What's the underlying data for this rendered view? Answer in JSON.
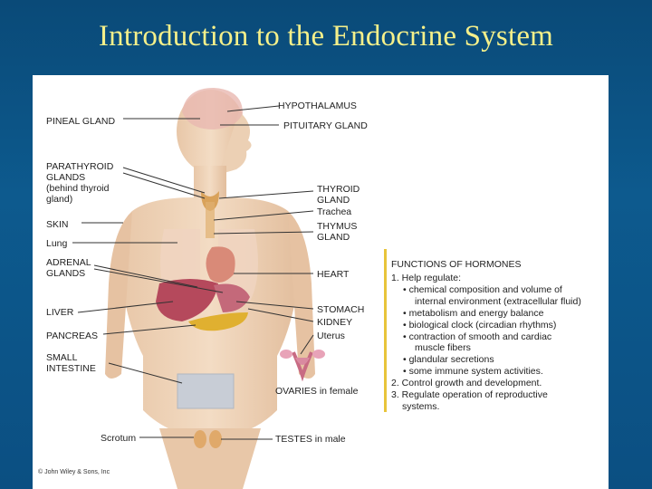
{
  "title": "Introduction to the Endocrine System",
  "labels": {
    "hypothalamus": "HYPOTHALAMUS",
    "pituitary": "PITUITARY GLAND",
    "pineal": "PINEAL GLAND",
    "parathyroid": "PARATHYROID\nGLANDS\n(behind thyroid\ngland)",
    "thyroid": "THYROID\nGLAND",
    "trachea": "Trachea",
    "thymus": "THYMUS\nGLAND",
    "skin": "SKIN",
    "lung": "Lung",
    "adrenal": "ADRENAL\nGLANDS",
    "heart": "HEART",
    "liver": "LIVER",
    "stomach": "STOMACH",
    "kidney": "KIDNEY",
    "uterus": "Uterus",
    "pancreas": "PANCREAS",
    "small_intestine": "SMALL\nINTESTINE",
    "ovaries": "OVARIES in female",
    "scrotum": "Scrotum",
    "testes": "TESTES in male"
  },
  "functions": {
    "heading": "FUNCTIONS OF HORMONES",
    "lines": [
      "1. Help regulate:",
      "• chemical composition and volume of",
      "internal environment (extracellular fluid)",
      "• metabolism and energy balance",
      "• biological clock (circadian rhythms)",
      "• contraction of smooth and cardiac",
      "muscle fibers",
      "• glandular secretions",
      "• some immune system activities.",
      "2. Control growth and development.",
      "3. Regulate operation of reproductive",
      "systems."
    ]
  },
  "copyright": "© John Wiley & Sons, Inc",
  "colors": {
    "title": "#f5f08a",
    "background": "#0d5a8e",
    "accent_bar": "#e8c43a"
  }
}
